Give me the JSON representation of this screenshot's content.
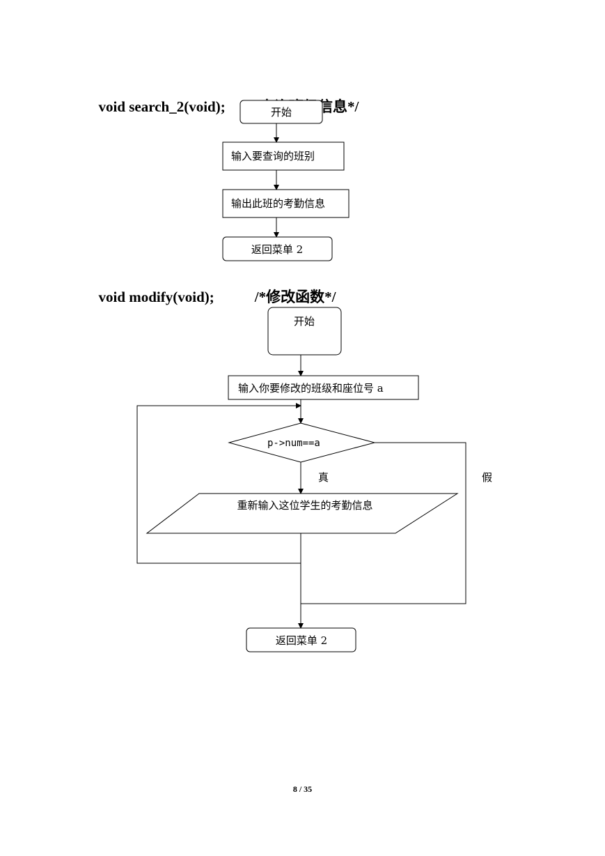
{
  "section1": {
    "code": "void search_2(void);",
    "comment": "/*查询班级信息*/",
    "steps": {
      "start": "开始",
      "input": "输入要查询的班别",
      "output": "输出此班的考勤信息",
      "end": "返回菜单 2"
    }
  },
  "section2": {
    "code": "void modify(void);",
    "comment": "/*修改函数*/",
    "steps": {
      "start": "开始",
      "input": "输入你要修改的班级和座位号 a",
      "condition": "p->num==a",
      "true_label": "真",
      "false_label": "假",
      "process": "重新输入这位学生的考勤信息",
      "end": "返回菜单 2"
    }
  },
  "page_number": "8 / 35"
}
